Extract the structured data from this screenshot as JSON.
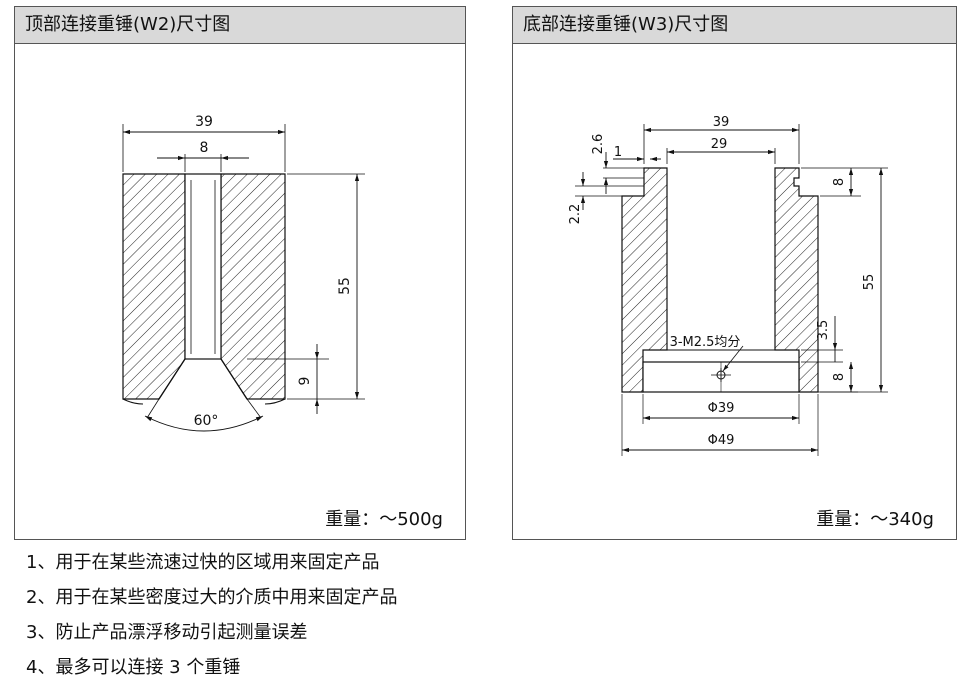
{
  "panels": {
    "w2": {
      "title": "顶部连接重锤(W2)尺寸图",
      "weight": "重量：～500g",
      "dims": {
        "width": "39",
        "hole": "8",
        "height": "55",
        "cone_height": "9",
        "angle": "60°"
      }
    },
    "w3": {
      "title": "底部连接重锤(W3)尺寸图",
      "weight": "重量：～340g",
      "dims": {
        "outer_top": "39",
        "inner": "29",
        "lip_w": "1",
        "lip_h": "2.6",
        "step_h": "2.2",
        "top_step": "8",
        "height": "55",
        "base_gap": "3.5",
        "base_h": "8",
        "thread": "3-M2.5均分",
        "dia_39": "Φ39",
        "dia_49": "Φ49"
      }
    }
  },
  "notes": [
    "1、用于在某些流速过快的区域用来固定产品",
    "2、用于在某些密度过大的介质中用来固定产品",
    "3、防止产品漂浮移动引起测量误差",
    "4、最多可以连接 3 个重锤"
  ]
}
